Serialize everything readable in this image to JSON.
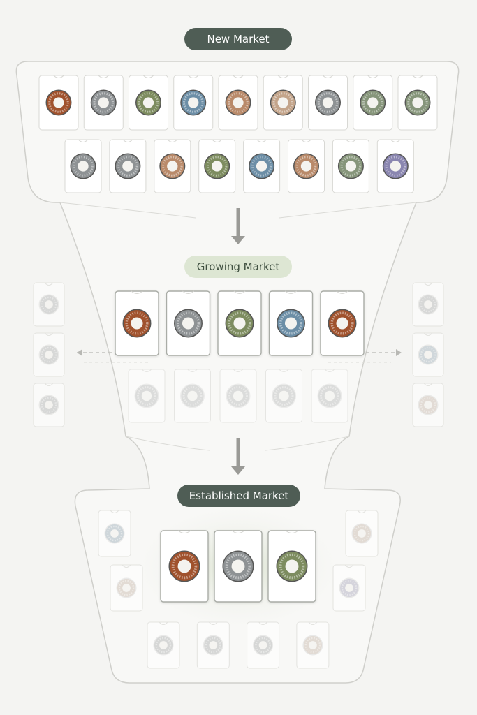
{
  "stages": [
    {
      "label": "New Market",
      "style": "dark"
    },
    {
      "label": "Growing Market",
      "style": "light"
    },
    {
      "label": "Established Market",
      "style": "dark"
    }
  ],
  "colors": {
    "background": "#f4f4f2",
    "outline": "#cfcfcb",
    "card_border": "#d8d8d4",
    "arrow": "#9a9a96",
    "dark_pill": "#4f5d55",
    "light_pill": "#dde6d3",
    "lens_tints": {
      "brown": "#a0522d",
      "gray": "#8e9294",
      "green": "#7d8c5f",
      "blue": "#6c8ea6",
      "hazel": "#b98a6a",
      "sand": "#c3a48a",
      "gray_green": "#86957a",
      "violet": "#8a86b0"
    }
  },
  "new_market": {
    "row1": [
      "brown",
      "gray",
      "green",
      "blue",
      "hazel",
      "sand",
      "gray",
      "gray_green",
      "gray_green"
    ],
    "row2": [
      "gray",
      "gray",
      "hazel",
      "green",
      "blue",
      "hazel",
      "gray_green",
      "violet"
    ]
  },
  "growing_market": {
    "featured": [
      "brown",
      "gray",
      "green",
      "blue",
      "brown"
    ],
    "faded_row": [
      "gray",
      "gray",
      "gray",
      "gray",
      "gray"
    ],
    "left_side": [
      "gray",
      "gray",
      "gray"
    ],
    "right_side": [
      "gray",
      "blue",
      "sand"
    ]
  },
  "established_market": {
    "featured": [
      "brown",
      "gray",
      "green"
    ],
    "left_side": [
      "blue",
      "sand"
    ],
    "right_side": [
      "sand",
      "violet"
    ],
    "bottom_row": [
      "gray",
      "gray",
      "gray",
      "sand"
    ]
  }
}
